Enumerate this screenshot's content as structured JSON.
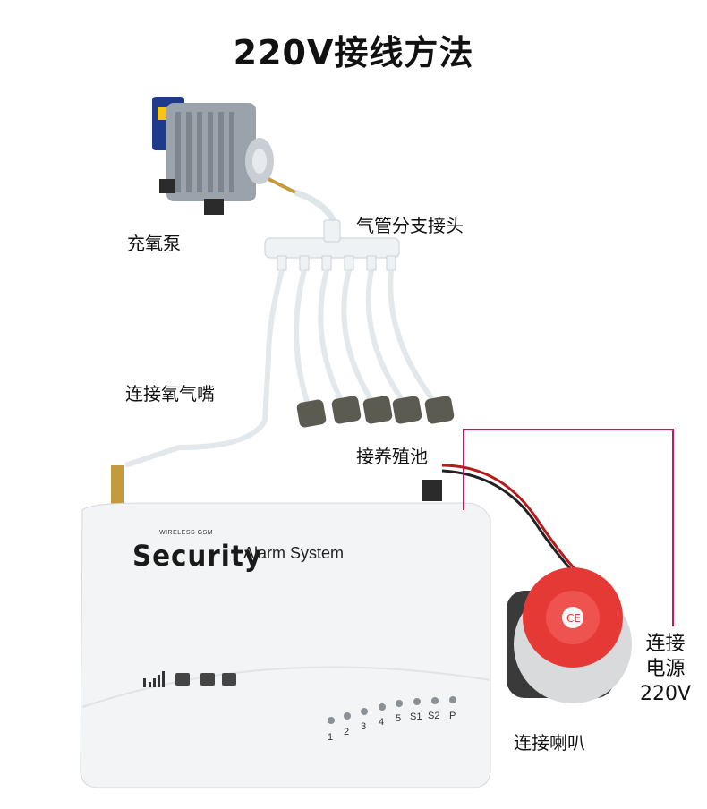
{
  "title": "220V接线方法",
  "labels": {
    "pump": "充氧泵",
    "splitter": "气管分支接头",
    "nozzle": "连接氧气嘴",
    "pond": "接养殖池",
    "speaker": "连接喇叭",
    "power_line1": "连接",
    "power_line2": "电源",
    "power_line3": "220V"
  },
  "device": {
    "brand_top": "WIRELESS GSM",
    "brand": "Security",
    "subtitle": "Alarm System",
    "leds": [
      "1",
      "2",
      "3",
      "4",
      "5",
      "S1",
      "S2",
      "P"
    ]
  },
  "colors": {
    "accent_line": "#c2185b",
    "siren_red": "#e53935",
    "device_body": "#f2f4f5"
  },
  "icons": [
    "signal-icon",
    "sms-icon",
    "phone-icon",
    "speaker-icon",
    "smile-icon"
  ]
}
